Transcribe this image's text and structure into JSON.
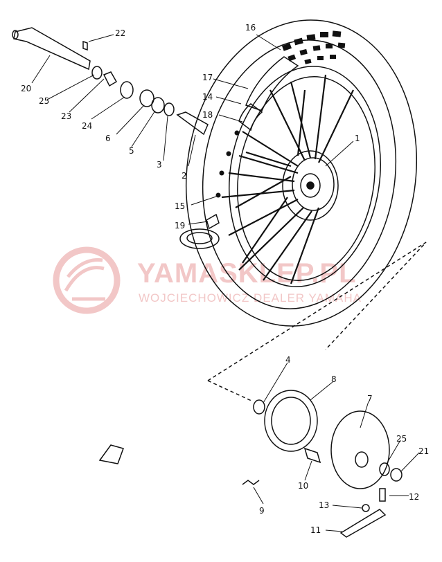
{
  "diagram": {
    "callouts": [
      {
        "id": "p1",
        "label": "1"
      },
      {
        "id": "p2",
        "label": "2"
      },
      {
        "id": "p3",
        "label": "3"
      },
      {
        "id": "p4a",
        "label": "4"
      },
      {
        "id": "p5",
        "label": "5"
      },
      {
        "id": "p6",
        "label": "6"
      },
      {
        "id": "p7",
        "label": "7"
      },
      {
        "id": "p8",
        "label": "8"
      },
      {
        "id": "p9",
        "label": "9"
      },
      {
        "id": "p10",
        "label": "10"
      },
      {
        "id": "p11",
        "label": "11"
      },
      {
        "id": "p12",
        "label": "12"
      },
      {
        "id": "p13",
        "label": "13"
      },
      {
        "id": "p14",
        "label": "14"
      },
      {
        "id": "p15",
        "label": "15"
      },
      {
        "id": "p16",
        "label": "16"
      },
      {
        "id": "p17",
        "label": "17"
      },
      {
        "id": "p18",
        "label": "18"
      },
      {
        "id": "p19",
        "label": "19"
      },
      {
        "id": "p20",
        "label": "20"
      },
      {
        "id": "p21",
        "label": "21"
      },
      {
        "id": "p22",
        "label": "22"
      },
      {
        "id": "p23",
        "label": "23"
      },
      {
        "id": "p24",
        "label": "24"
      },
      {
        "id": "p25a",
        "label": "25"
      },
      {
        "id": "p25b",
        "label": "25"
      }
    ]
  },
  "watermark": {
    "brand": "YAMASKLEP.PL",
    "tagline": "WOJCIECHOWICZ DEALER YAMAHA"
  },
  "colors": {
    "line": "#111111",
    "watermark": "#f2c7c7"
  }
}
